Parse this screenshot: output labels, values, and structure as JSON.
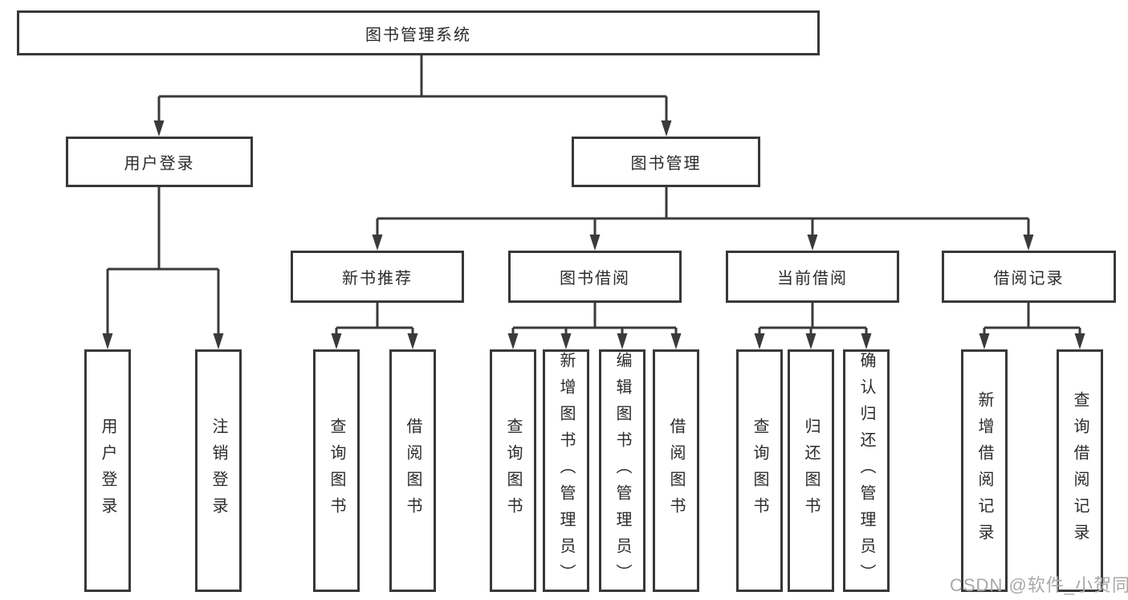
{
  "diagram": {
    "title": "图书管理系统",
    "root": {
      "label": "图书管理系统"
    },
    "level2": [
      {
        "id": "user-login",
        "label": "用户登录"
      },
      {
        "id": "book-management",
        "label": "图书管理"
      }
    ],
    "level3": [
      {
        "id": "new-book-recommend",
        "label": "新书推荐",
        "parent": "图书管理"
      },
      {
        "id": "book-borrow",
        "label": "图书借阅",
        "parent": "图书管理"
      },
      {
        "id": "current-borrow",
        "label": "当前借阅",
        "parent": "图书管理"
      },
      {
        "id": "borrow-record",
        "label": "借阅记录",
        "parent": "图书管理"
      }
    ],
    "leaves": [
      {
        "label": "用户登录",
        "parent": "用户登录"
      },
      {
        "label": "注销登录",
        "parent": "用户登录"
      },
      {
        "label": "查询图书",
        "parent": "新书推荐"
      },
      {
        "label": "借阅图书",
        "parent": "新书推荐"
      },
      {
        "label": "查询图书",
        "parent": "图书借阅"
      },
      {
        "label": "新增图书（管理员）",
        "parent": "图书借阅"
      },
      {
        "label": "编辑图书（管理员）",
        "parent": "图书借阅"
      },
      {
        "label": "借阅图书",
        "parent": "图书借阅"
      },
      {
        "label": "查询图书",
        "parent": "当前借阅"
      },
      {
        "label": "归还图书",
        "parent": "当前借阅"
      },
      {
        "label": "确认归还（管理员）",
        "parent": "当前借阅"
      },
      {
        "label": "新增借阅记录",
        "parent": "借阅记录"
      },
      {
        "label": "查询借阅记录",
        "parent": "借阅记录"
      }
    ],
    "watermark": "CSDN @软件_小贺同学",
    "colors": {
      "line": "#3a3a3a",
      "border": "#383838",
      "text": "#2b2b2b",
      "background": "#ffffff",
      "watermark": "#a8a8a8"
    }
  }
}
